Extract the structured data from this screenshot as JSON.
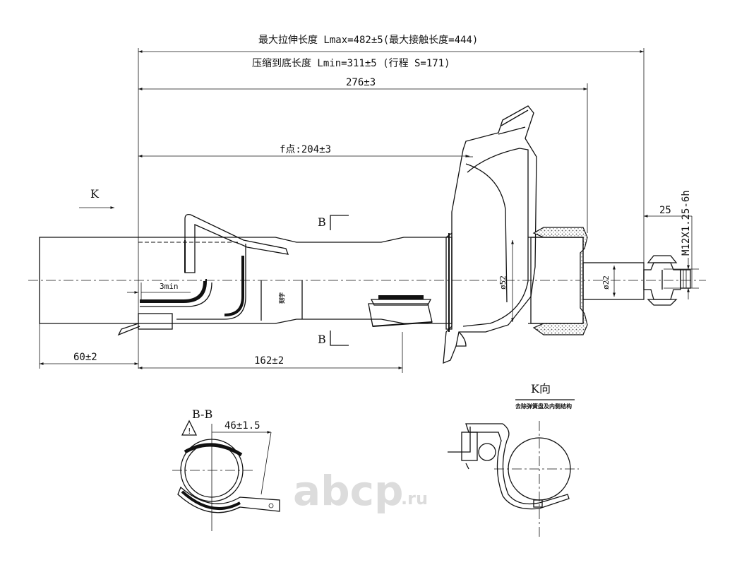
{
  "dims": {
    "lmax": "最大拉伸长度 Lmax=482±5(最大接触长度=444)",
    "lmin": "压缩到底长度 Lmin=311±5 (行程 S=171)",
    "d276": "276±3",
    "d204": "f点:204±3",
    "d60": "60±2",
    "d162": "162±2",
    "d3min": "3min",
    "d25": "25",
    "thread": "M12X1.25-6h",
    "dia52": "ø52",
    "dia22": "ø22",
    "d46": "46±1.5"
  },
  "views": {
    "k_marker": "K",
    "b_marker": "B",
    "bb_title": "B-B",
    "warning_mark": "!",
    "k_title": "K向",
    "k_note": "去除弹簧盘及内侧结构"
  },
  "body": {
    "stamp": "刻字"
  },
  "watermark": {
    "text": "abcp",
    "suffix": ".ru"
  }
}
